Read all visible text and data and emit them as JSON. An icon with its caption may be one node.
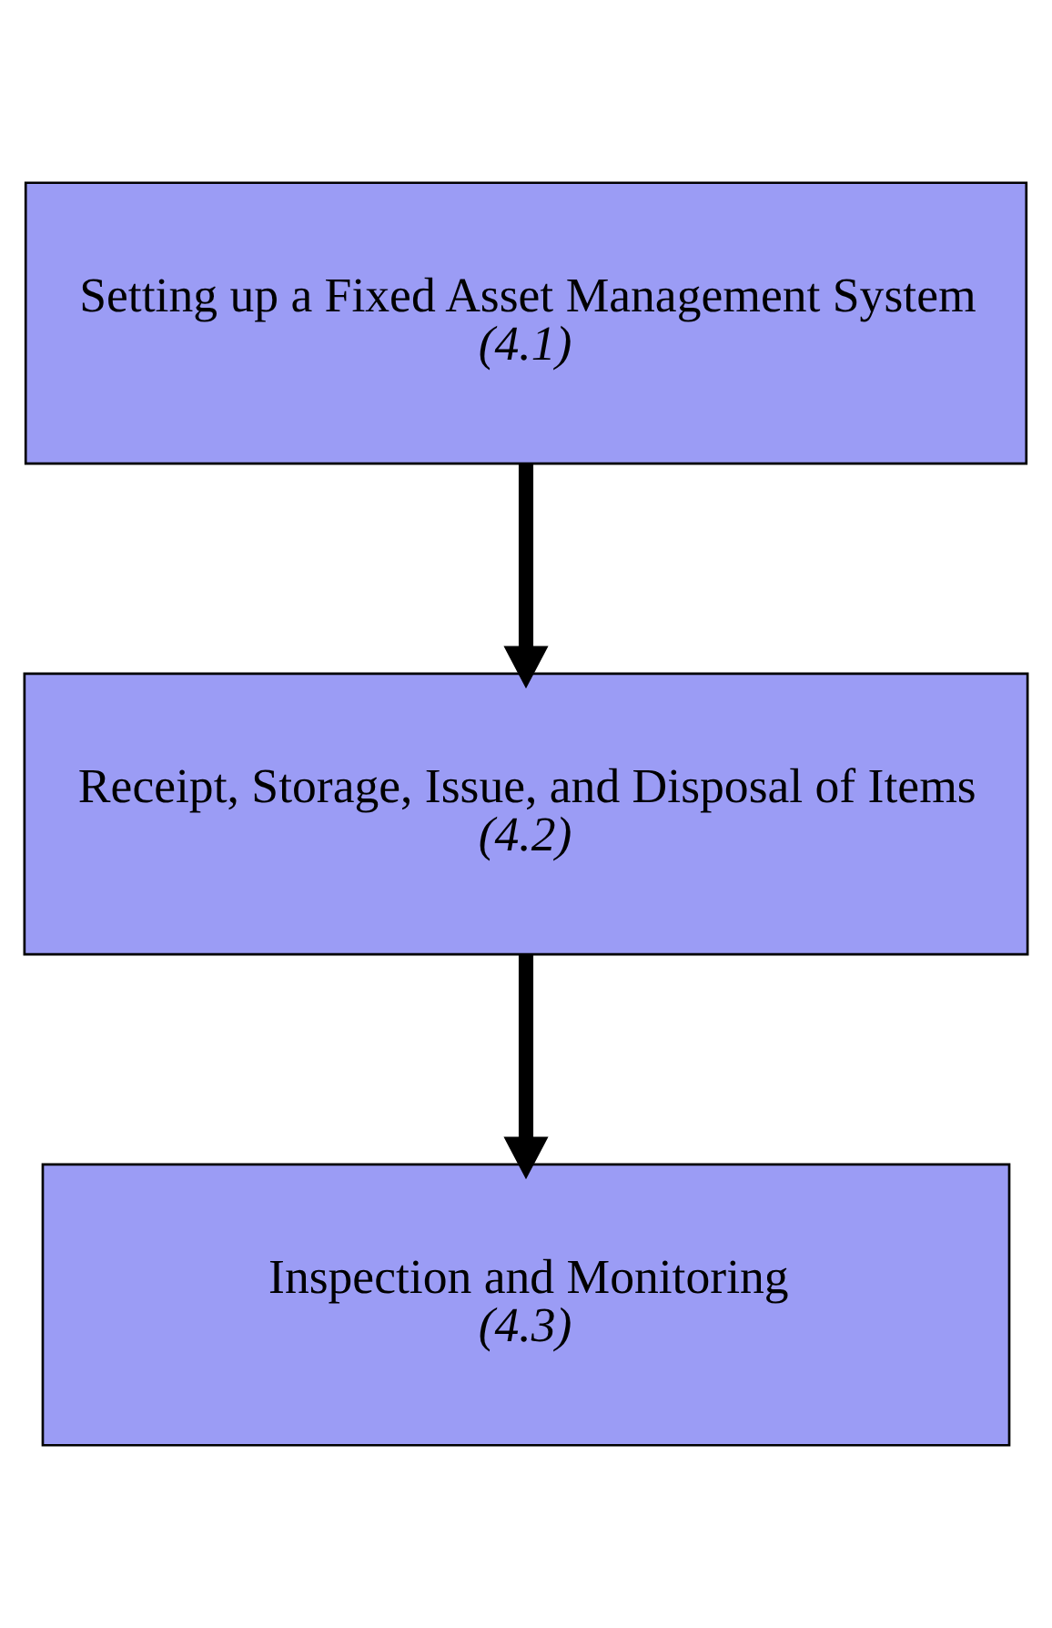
{
  "diagram": {
    "nodes": [
      {
        "text": [
          "Setting up a Fixed Asset Management System",
          "(4.1)"
        ]
      },
      {
        "text": [
          "Receipt, Storage, Issue, and Disposal of Items",
          "(4.2)"
        ]
      },
      {
        "text": [
          "Inspection and Monitoring",
          "(4.3)"
        ]
      }
    ],
    "edges": [
      {
        "from": 0,
        "to": 1,
        "arrow": "to"
      },
      {
        "from": 1,
        "to": 2,
        "arrow": "to"
      }
    ]
  }
}
